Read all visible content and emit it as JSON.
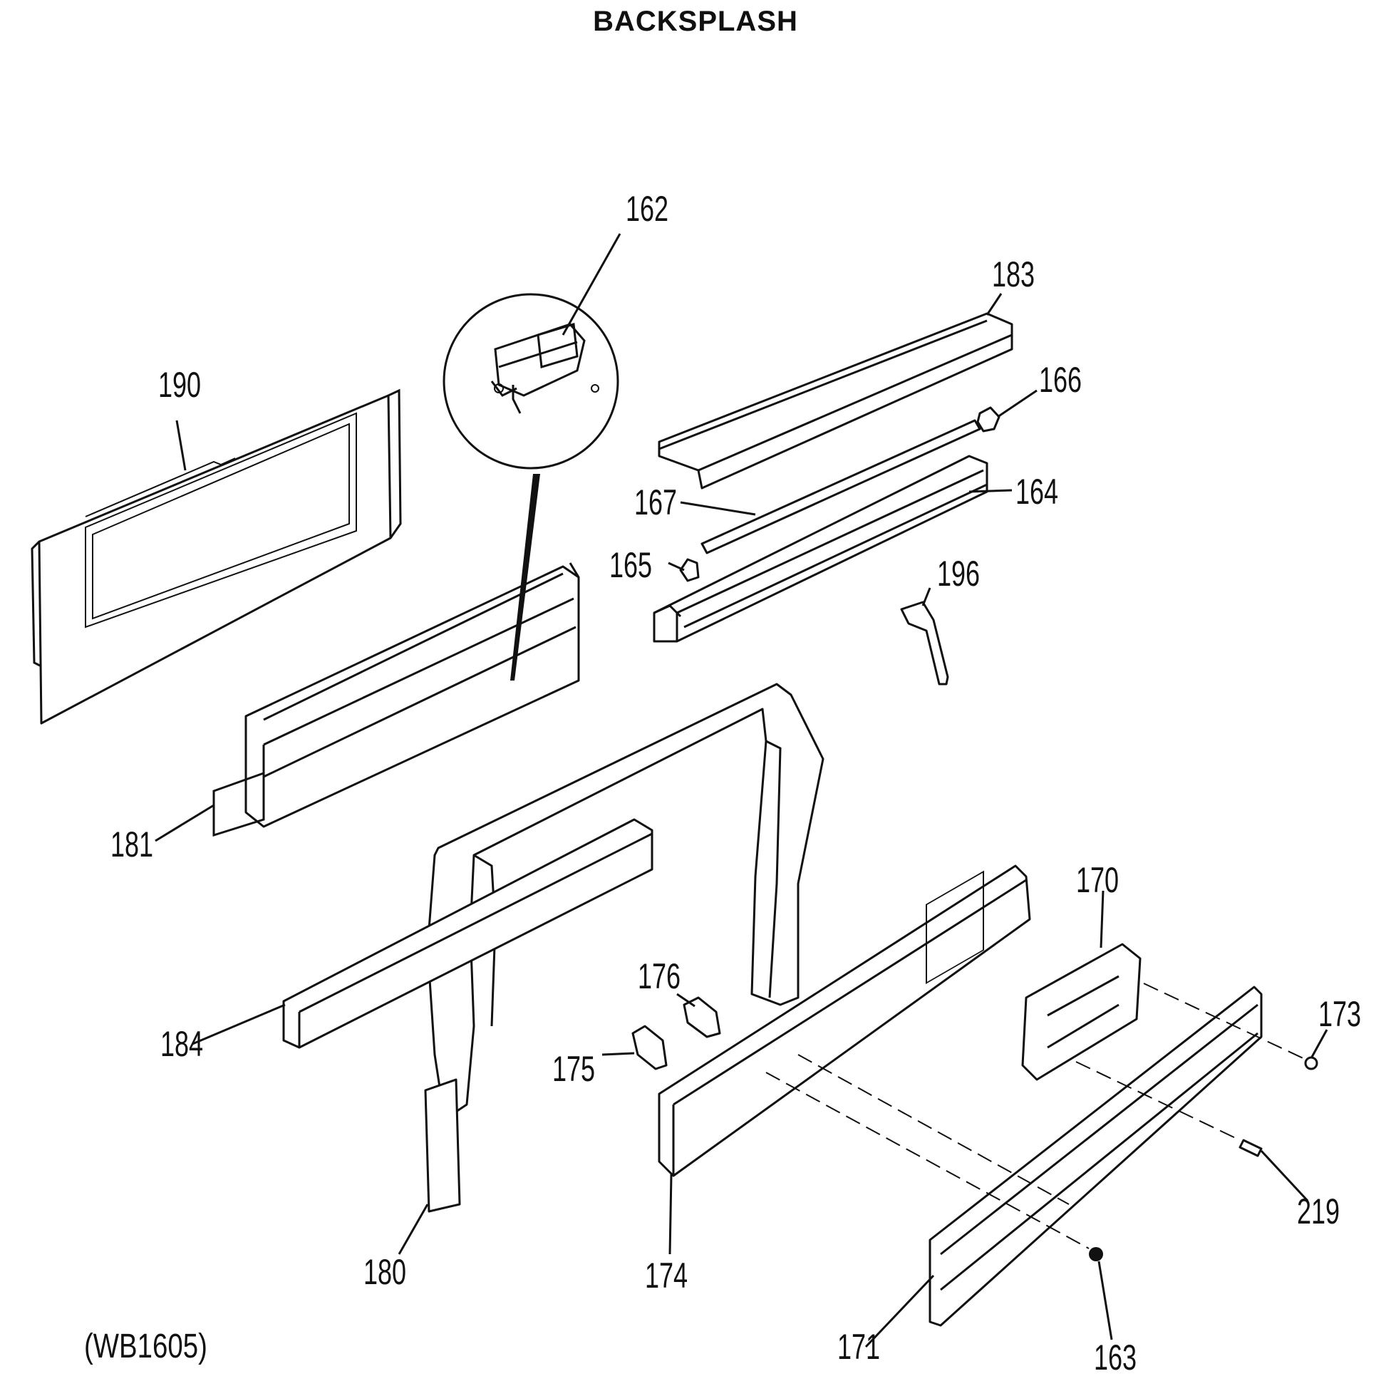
{
  "title": "BACKSPLASH",
  "model_code": "(WB1605)",
  "callouts": {
    "c162": "162",
    "c183": "183",
    "c166": "166",
    "c190": "190",
    "c167": "167",
    "c164": "164",
    "c165": "165",
    "c196": "196",
    "c181": "181",
    "c170": "170",
    "c176": "176",
    "c173": "173",
    "c184": "184",
    "c175": "175",
    "c219": "219",
    "c180": "180",
    "c174": "174",
    "c171": "171",
    "c163": "163"
  }
}
